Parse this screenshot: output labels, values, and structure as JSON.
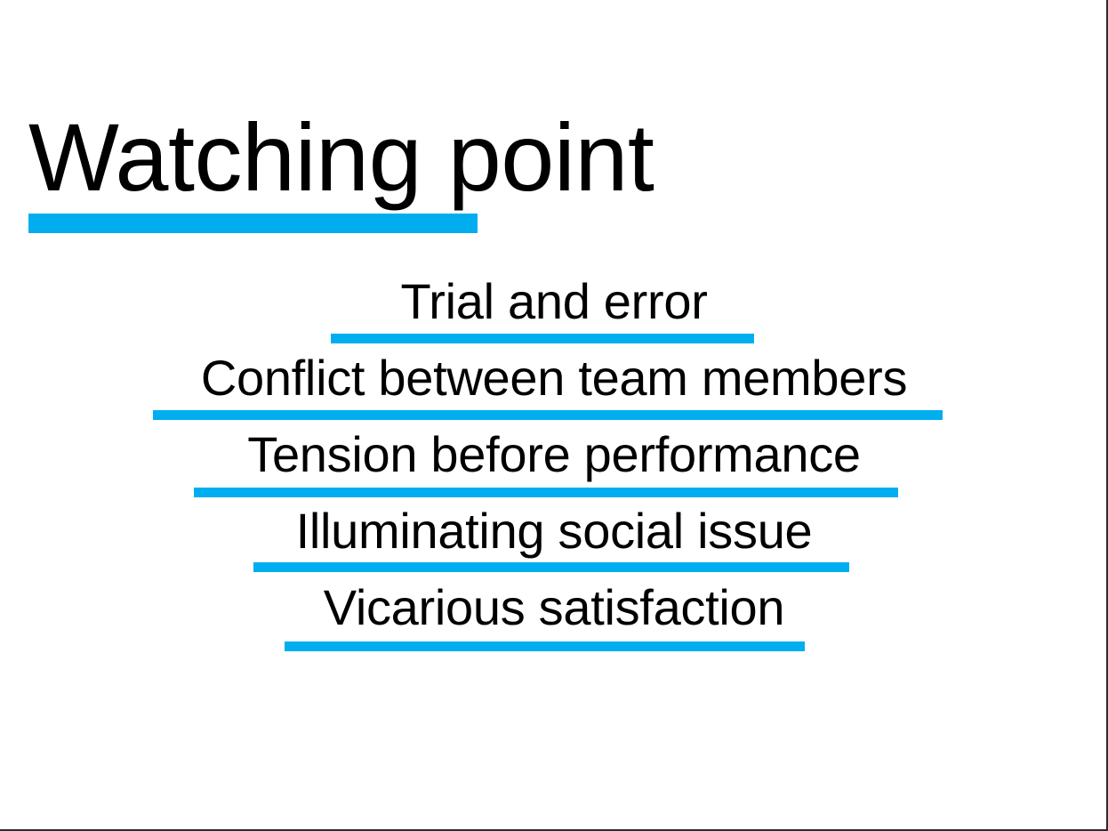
{
  "slide": {
    "background_color": "#ffffff",
    "accent_color": "#00aeef",
    "text_color": "#000000",
    "title": "Watching point",
    "bullets": [
      {
        "label": "Trial and error"
      },
      {
        "label": "Conflict between team members"
      },
      {
        "label": "Tension before performance"
      },
      {
        "label": "Illuminating social issue"
      },
      {
        "label": "Vicarious satisfaction"
      }
    ]
  }
}
